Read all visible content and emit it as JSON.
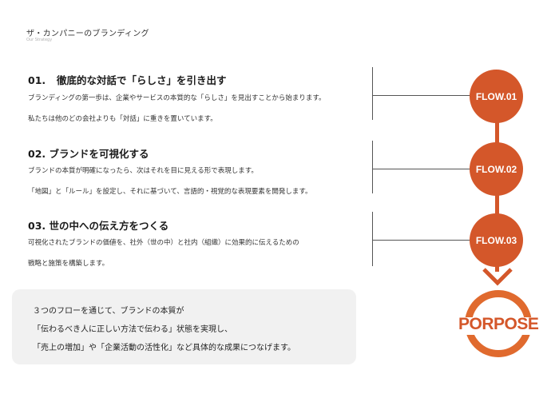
{
  "header": {
    "title": "ザ・カンパニーのブランディング",
    "subtitle": "Our Strategy"
  },
  "steps": [
    {
      "number": "01.",
      "title": "徹底的な対話で「らしさ」を引き出す",
      "lines": [
        "ブランディングの第一歩は、企業やサービスの本質的な「らしさ」を見出すことから始まります。",
        "私たちは他のどの会社よりも「対話」に重きを置いています。"
      ]
    },
    {
      "number": "02.",
      "title": "ブランドを可視化する",
      "lines": [
        "ブランドの本質が明確になったら、次はそれを目に見える形で表現します。",
        "「地図」と「ルール」を設定し、それに基づいて、言語的・視覚的な表現要素を開発します。"
      ]
    },
    {
      "number": "03.",
      "title": "世の中への伝え方をつくる",
      "lines": [
        "可視化されたブランドの価値を、社外（世の中）と社内（組織）に効果的に伝えるための",
        "戦略と施策を構築します。"
      ]
    }
  ],
  "flows": [
    "FLOW.01",
    "FLOW.02",
    "FLOW.03"
  ],
  "purpose": "PORPOSE",
  "summary": {
    "lines": [
      "３つのフローを通じて、ブランドの本質が",
      "「伝わるべき人に正しい方法で伝わる」状態を実現し、",
      "「売上の増加」や「企業活動の活性化」など具体的な成果につなげます。"
    ]
  },
  "colors": {
    "accent": "#d4572a",
    "ring": "#e06a2e",
    "summary_bg": "#f1f1f1"
  }
}
